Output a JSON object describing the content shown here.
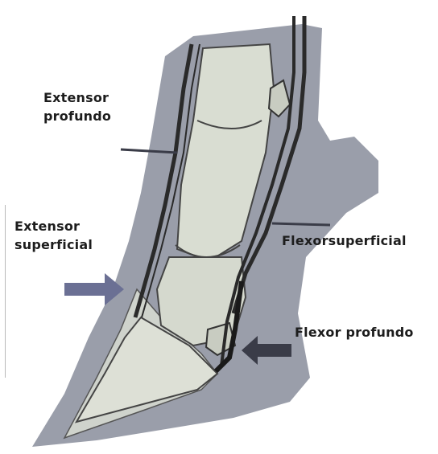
{
  "labels": {
    "extensor_profundo": "Extensor\nprofundo",
    "extensor_superficial": "Extensor\nsuperficial",
    "flexor_superficial": "Flexorsuperficial",
    "flexor_profundo": "Flexor profundo"
  },
  "colors": {
    "hoof_wall": "#9a9eaa",
    "bone_fill": "#d9ddd2",
    "tendon_stroke": "#2a2a2a",
    "arrow": "#6b7094",
    "leader_line": "#3a3c48"
  }
}
